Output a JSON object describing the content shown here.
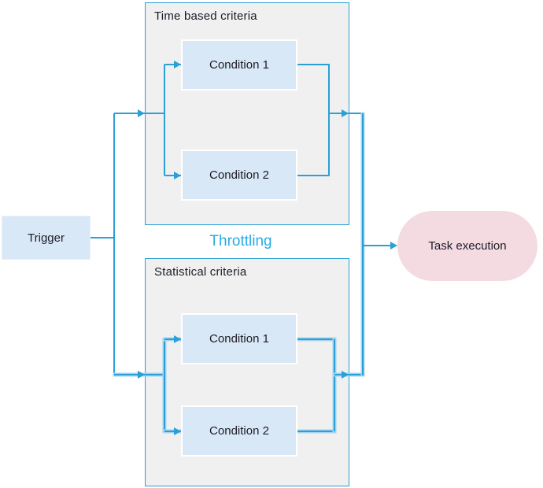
{
  "diagram": {
    "trigger": {
      "label": "Trigger"
    },
    "groups": [
      {
        "title": "Time based criteria",
        "conditions": [
          "Condition 1",
          "Condition 2"
        ]
      },
      {
        "title": "Statistical criteria",
        "conditions": [
          "Condition 1",
          "Condition 2"
        ]
      }
    ],
    "throttling_label": "Throttling",
    "task": {
      "label": "Task execution"
    },
    "colors": {
      "connector": "#2aa0d6",
      "group_fill": "#f0f0f0",
      "condition_fill": "#d9e8f6",
      "trigger_fill": "#d9e8f6",
      "task_fill": "#f4dbe1",
      "throttling_text": "#29abe2",
      "text": "#1c1c26"
    }
  }
}
